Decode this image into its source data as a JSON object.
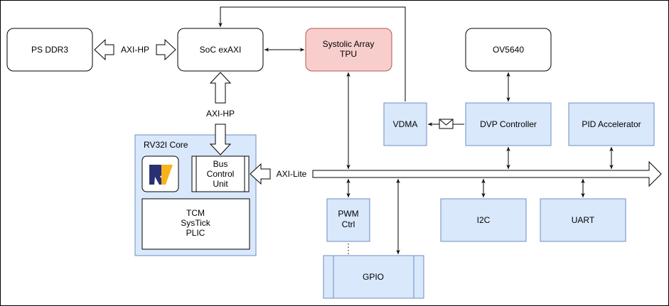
{
  "colors": {
    "stroke": "#000000",
    "blue_fill": "#dae8fc",
    "blue_stroke": "#6c8ebf",
    "red_fill": "#f8cecc",
    "red_stroke": "#b85450",
    "logo_blue": "#2a3172",
    "logo_gold": "#f7b31c"
  },
  "blocks": {
    "ps_ddr3": "PS DDR3",
    "soc_exaxi": "SoC exAXI",
    "tpu_line1": "Systolic Array",
    "tpu_line2": "TPU",
    "ov5640": "OV5640",
    "vdma": "VDMA",
    "dvp_controller": "DVP Controller",
    "pid_accelerator": "PID Accelerator",
    "rv32i_core": "RV32I Core",
    "bus_control_line1": "Bus",
    "bus_control_line2": "Control",
    "bus_control_line3": "Unit",
    "tcm_line1": "TCM",
    "tcm_line2": "SysTick",
    "tcm_line3": "PLIC",
    "pwm_line1": "PWM",
    "pwm_line2": "Ctrl",
    "i2c": "I2C",
    "uart": "UART",
    "gpio": "GPIO"
  },
  "labels": {
    "axi_hp_ddr": "AXI-HP",
    "axi_hp_core": "AXI-HP",
    "axi_lite": "AXI-Lite"
  },
  "icons": {
    "logo": "risc-v-logo",
    "message": "envelope-icon"
  }
}
